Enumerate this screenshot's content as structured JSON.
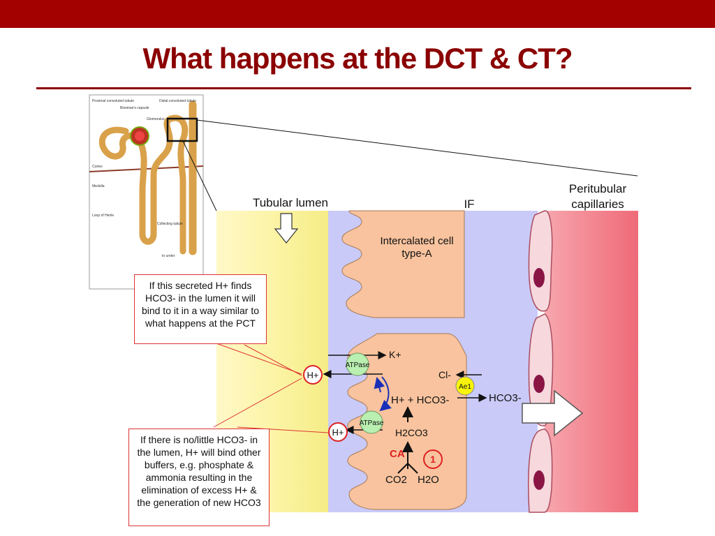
{
  "slide": {
    "title": "What happens at the DCT & CT?",
    "accent_color": "#a30000"
  },
  "inset": {
    "labels": {
      "pct": "Proximal convoluted tubule",
      "bowman": "Bowman's capsule",
      "glomerulus": "Glomerulus",
      "dct": "Distal convoluted tubule",
      "cortex": "Cortex",
      "medulla": "Medulla",
      "loop": "Loop of Henle",
      "collecting": "Collecting tubule",
      "urinator": "to ureter"
    }
  },
  "diagram": {
    "tubular_lumen": "Tubular lumen",
    "if_label": "IF",
    "peritubular_line1": "Peritubular",
    "peritubular_line2": "capillaries",
    "cell_line1": "Intercalated cell",
    "cell_line2": "type-A",
    "k_label": "K+",
    "atpase_top": "ATPase",
    "atpase_bottom": "ATPase",
    "h_lumen_top": "H+",
    "h_lumen_bottom": "H+",
    "cl_label": "Cl-",
    "ae1_label": "Ae1",
    "h_plus_hco3": "H+ + HCO3-",
    "hco3_out": "HCO3-",
    "h2co3": "H2CO3",
    "ca_label": "CA",
    "step_number": "1",
    "co2": "CO2",
    "h2o": "H2O"
  },
  "callouts": {
    "top": "If this secreted H+ finds HCO3- in the lumen it will bind to it in a way similar to what happens at the PCT",
    "bottom": "If there is no/little HCO3- in the lumen, H+ will bind other buffers, e.g. phosphate & ammonia resulting in the elimination of excess H+ & the generation of new HCO3"
  }
}
